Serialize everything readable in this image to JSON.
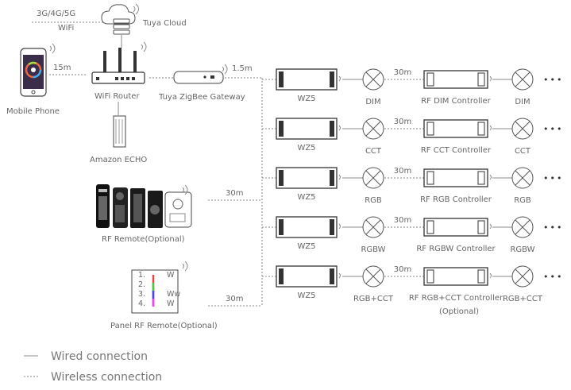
{
  "top": {
    "network_label": "3G/4G/5G",
    "wifi_label": "WiFi",
    "cloud_label": "Tuya Cloud"
  },
  "devices": {
    "phone_label": "Mobile Phone",
    "router_label": "WiFi Router",
    "gateway_label": "Tuya ZigBee Gateway",
    "echo_label": "Amazon ECHO",
    "rf_remote_label": "RF Remote(Optional)",
    "panel_remote_label": "Panel RF Remote(Optional)"
  },
  "distances": {
    "phone_router": "15m",
    "gateway_bus": "1.5m",
    "remote_bus": "30m",
    "panel_bus": "30m"
  },
  "rows": [
    {
      "controller_label": "WZ5",
      "light_label": "DIM",
      "distance": "30m",
      "rf_controller": "RF DIM Controller",
      "rf_controller_line2": "",
      "end_light": "DIM",
      "more": "•••"
    },
    {
      "controller_label": "WZ5",
      "light_label": "CCT",
      "distance": "30m",
      "rf_controller": "RF CCT Controller",
      "rf_controller_line2": "",
      "end_light": "CCT",
      "more": "•••"
    },
    {
      "controller_label": "WZ5",
      "light_label": "RGB",
      "distance": "30m",
      "rf_controller": "RF RGB Controller",
      "rf_controller_line2": "",
      "end_light": "RGB",
      "more": "•••"
    },
    {
      "controller_label": "WZ5",
      "light_label": "RGBW",
      "distance": "30m",
      "rf_controller": "RF RGBW Controller",
      "rf_controller_line2": "",
      "end_light": "RGBW",
      "more": "•••"
    },
    {
      "controller_label": "WZ5",
      "light_label": "RGB+CCT",
      "distance": "30m",
      "rf_controller": "RF RGB+CCT Controller",
      "rf_controller_line2": "(Optional)",
      "end_light": "RGB+CCT",
      "more": "•••"
    }
  ],
  "panel": {
    "numbers": [
      "1.",
      "2.",
      "3.",
      "4."
    ],
    "marks": [
      "W",
      "",
      "Ww",
      "W"
    ]
  },
  "legend": {
    "wired": "Wired connection",
    "wireless": "Wireless connection"
  }
}
